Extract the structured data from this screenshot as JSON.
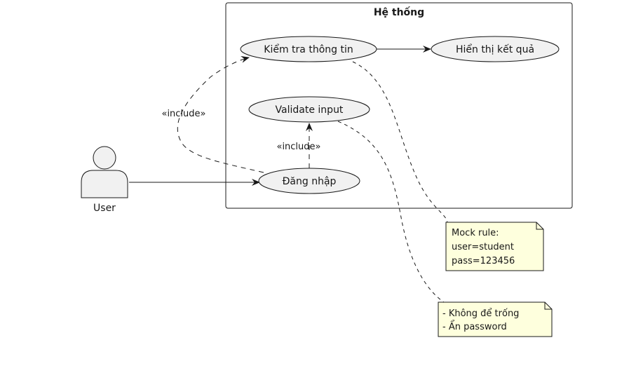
{
  "system": {
    "title": "Hệ thống"
  },
  "actor": {
    "name": "User"
  },
  "use_cases": {
    "check_info": "Kiểm tra thông tin",
    "show_result": "Hiển thị kết quả",
    "validate_input": "Validate input",
    "login": "Đăng nhập"
  },
  "relations": {
    "include_check": "«include»",
    "include_validate": "«include»"
  },
  "notes": {
    "mock_rule": [
      "Mock rule:",
      "user=student",
      "pass=123456"
    ],
    "validation": [
      "- Không để trống",
      "- Ẩn password"
    ]
  },
  "colors": {
    "stroke": "#181818",
    "usecase_fill": "#f1f1f1",
    "note_fill": "#feffdd"
  }
}
